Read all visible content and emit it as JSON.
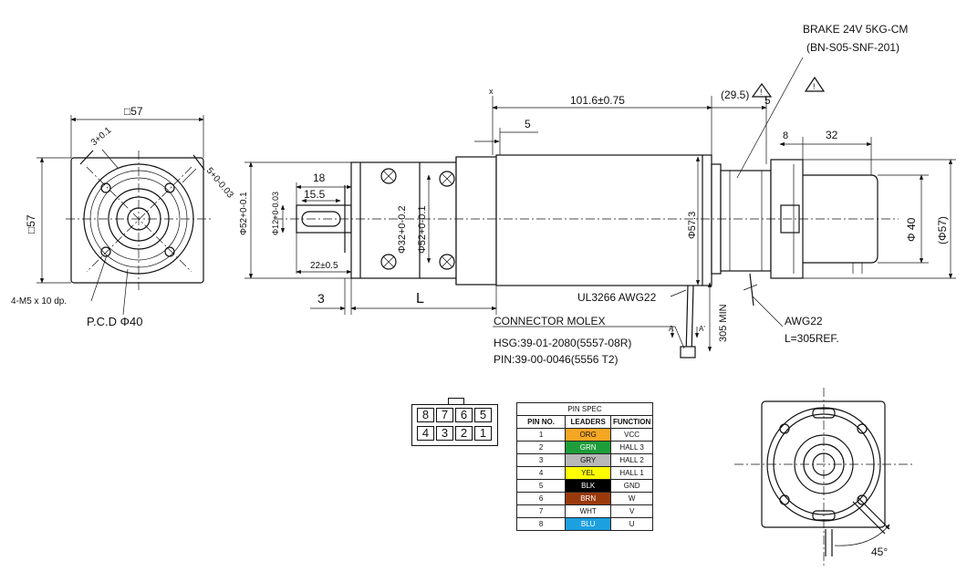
{
  "labels": {
    "brake_line1": "BRAKE 24V 5KG-CM",
    "brake_line2": "(BN-S05-SNF-201)",
    "dim_square_top": "□57",
    "dim_square_left": "□57",
    "dim_3": "3+0.1",
    "dim_5": "5+0-0.03",
    "dim_m5": "4-M5 x 10 dp.",
    "dim_pcd": "P.C.D Φ40",
    "dim_101": "101.6±0.75",
    "dim_295": "(29.5)",
    "dim_5b": "5",
    "dim_5c": "5",
    "dim_8": "8",
    "dim_32": "32",
    "dim_18": "18",
    "dim_155": "15.5",
    "dim_22": "22±0.5",
    "dim_52a": "Φ52+0-0.1",
    "dim_12": "Φ12+0-0.03",
    "dim_32b": "Φ32+0-0.2",
    "dim_52b": "Φ52+0-0.1",
    "dim_573": "Φ57.3",
    "dim_40": "Φ 40",
    "dim_57p": "(Φ57)",
    "dim_3b": "3",
    "dim_L": "L",
    "x_mark": "x",
    "ul": "UL3266 AWG22",
    "min": "305 MIN",
    "conn1": "CONNECTOR MOLEX",
    "conn2": "HSG:39-01-2080(5557-08R)",
    "conn3": "PIN:39-00-0046(5556 T2)",
    "awg1": "AWG22",
    "awg2": "L=305REF.",
    "a": "A",
    "a2": "A'",
    "angle": "45°",
    "warn": "!"
  },
  "connector_pins": {
    "top": [
      "8",
      "7",
      "6",
      "5"
    ],
    "bottom": [
      "4",
      "3",
      "2",
      "1"
    ]
  },
  "pin_spec": {
    "title": "PIN SPEC",
    "headers": [
      "PIN NO.",
      "LEADERS",
      "FUNCTION"
    ],
    "rows": [
      {
        "pin": "1",
        "leader": "ORG",
        "function": "VCC",
        "color": "#f5a623",
        "text": "#111111"
      },
      {
        "pin": "2",
        "leader": "GRN",
        "function": "HALL 3",
        "color": "#1e9e3a",
        "text": "#ffffff"
      },
      {
        "pin": "3",
        "leader": "GRY",
        "function": "HALL 2",
        "color": "#b8b8b8",
        "text": "#111111"
      },
      {
        "pin": "4",
        "leader": "YEL",
        "function": "HALL 1",
        "color": "#ffff00",
        "text": "#111111"
      },
      {
        "pin": "5",
        "leader": "BLK",
        "function": "GND",
        "color": "#000000",
        "text": "#ffffff"
      },
      {
        "pin": "6",
        "leader": "BRN",
        "function": "W",
        "color": "#9a3a0c",
        "text": "#ffffff"
      },
      {
        "pin": "7",
        "leader": "WHT",
        "function": "V",
        "color": "#ffffff",
        "text": "#111111"
      },
      {
        "pin": "8",
        "leader": "BLU",
        "function": "U",
        "color": "#1ca0e0",
        "text": "#ffffff"
      }
    ]
  }
}
